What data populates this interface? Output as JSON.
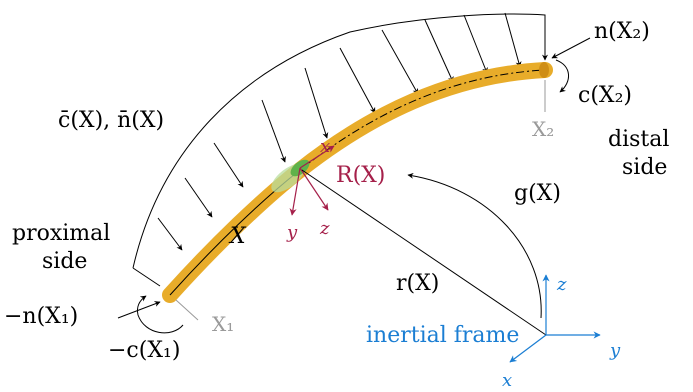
{
  "labels": {
    "distributed_load": "c̄(X), n̄(X)",
    "proximal_side": [
      "proximal",
      "side"
    ],
    "distal_side": [
      "distal",
      "side"
    ],
    "force_distal": "n(X₂)",
    "moment_distal": "c(X₂)",
    "force_proximal": "−n(X₁)",
    "moment_proximal": "−c(X₁)",
    "x1": "X₁",
    "x2": "X₂",
    "arc_param": "X",
    "rotation": "R(X)",
    "position": "r(X)",
    "transform": "g(X)",
    "local_x": "x",
    "local_y": "y",
    "local_z": "z",
    "inertial_frame": "inertial frame",
    "inertial_x": "x",
    "inertial_y": "y",
    "inertial_z": "z"
  },
  "colors": {
    "rod": "#e8ac2a",
    "section": "#5fb24a",
    "body_frame": "#a5204a",
    "inertial_frame": "#1b7ed3",
    "muted_label": "#9a9a9a",
    "line": "#000000"
  }
}
